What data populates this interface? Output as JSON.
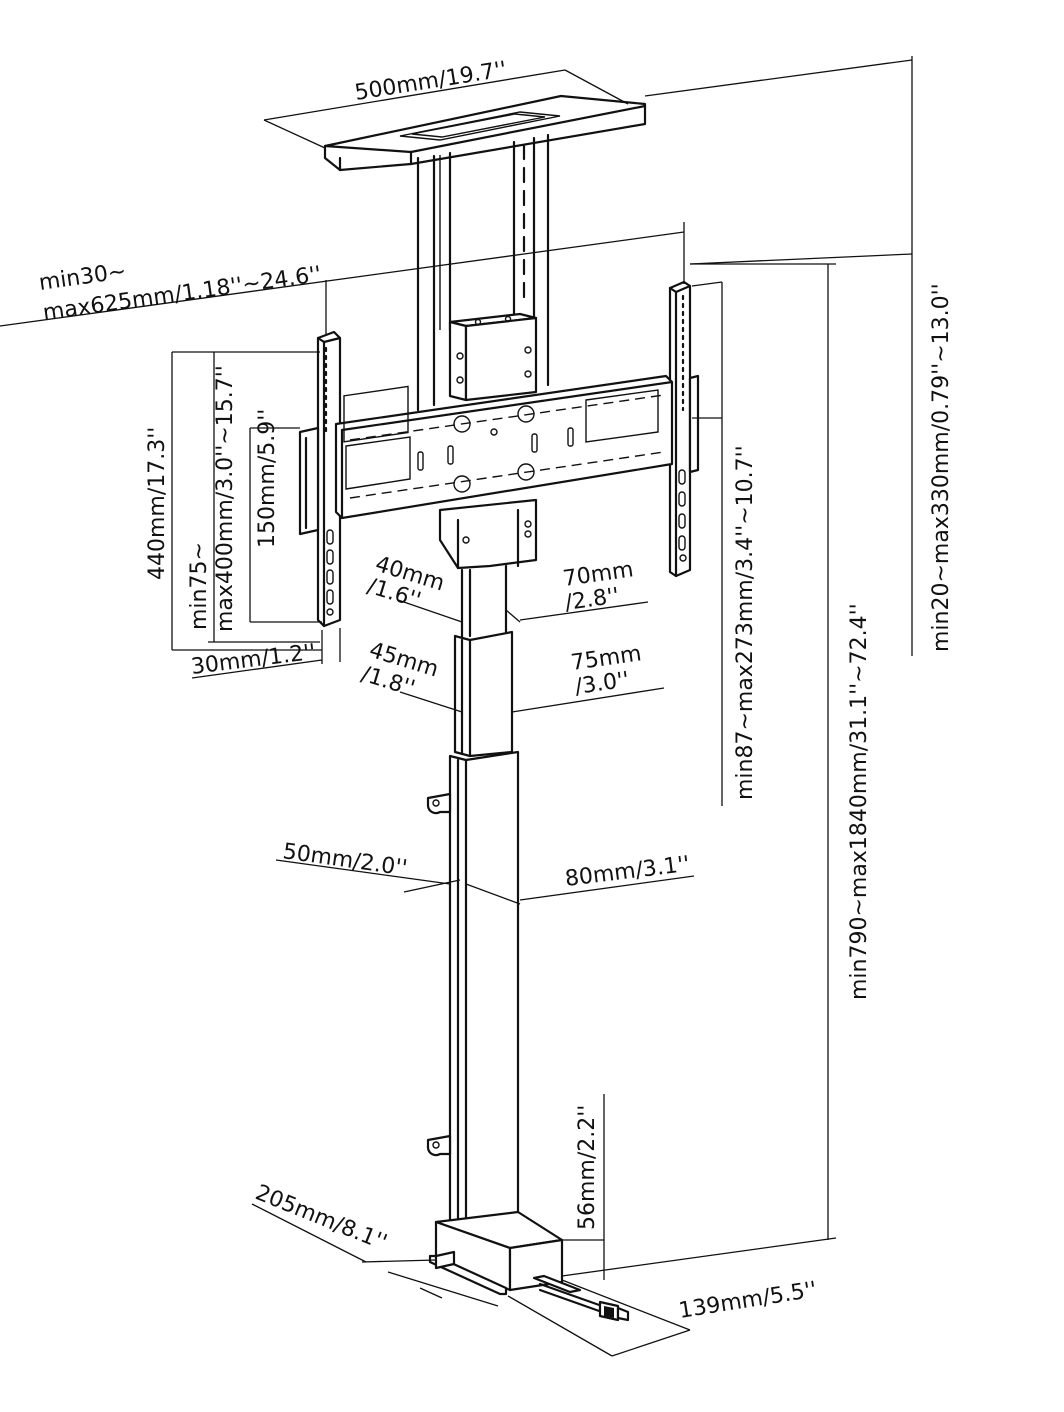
{
  "labels": {
    "top_plate_width": "500mm/19.7''",
    "bracket_span_min": "min30~",
    "bracket_span_max": "max625mm/1.18''~24.6''",
    "bracket_height": "440mm/17.3''",
    "vesa_vert_min": "min75~",
    "vesa_vert_max": "max400mm/3.0''~15.7''",
    "arm_height": "150mm/5.9''",
    "arm_width": "30mm/1.2''",
    "tube1_depth_mm": "40mm",
    "tube1_depth_in": "/1.6''",
    "tube1_width_mm": "70mm",
    "tube1_width_in": "/2.8''",
    "tube2_depth_mm": "45mm",
    "tube2_depth_in": "/1.8''",
    "tube2_width_mm": "75mm",
    "tube2_width_in": "/3.0''",
    "tube3_depth": "50mm/2.0''",
    "tube3_width": "80mm/3.1''",
    "base_height": "56mm/2.2''",
    "base_depth": "205mm/8.1''",
    "base_width": "139mm/5.5''",
    "mount_offset": "min87~max273mm/3.4''~10.7''",
    "total_height": "min790~max1840mm/31.1''~72.4''",
    "top_gap": "min20~max330mm/0.79''~13.0''"
  }
}
